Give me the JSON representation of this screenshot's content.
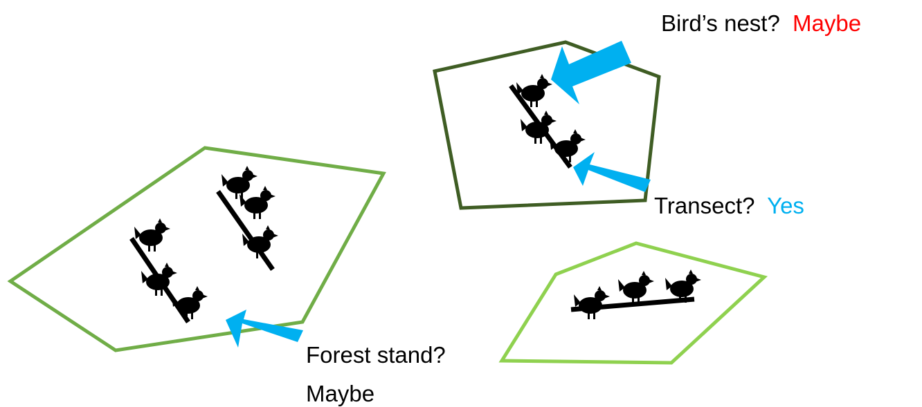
{
  "labels": {
    "birds_nest": {
      "question": "Bird’s nest?",
      "answer": "Maybe"
    },
    "transect": {
      "question": "Transect?",
      "answer": "Yes"
    },
    "forest_stand": {
      "question": "Forest stand?",
      "answer": "Maybe"
    }
  },
  "colors": {
    "forest_polygon": "#70ad47",
    "nest_polygon": "#3f5d24",
    "transect_polygon": "#8fd14f",
    "arrow": "#00b0f0",
    "answer_red": "#ff0000",
    "answer_blue": "#00b0f0",
    "bird": "#000000"
  },
  "icons": [
    "bird-icon",
    "perch-line",
    "pointer-arrow"
  ]
}
